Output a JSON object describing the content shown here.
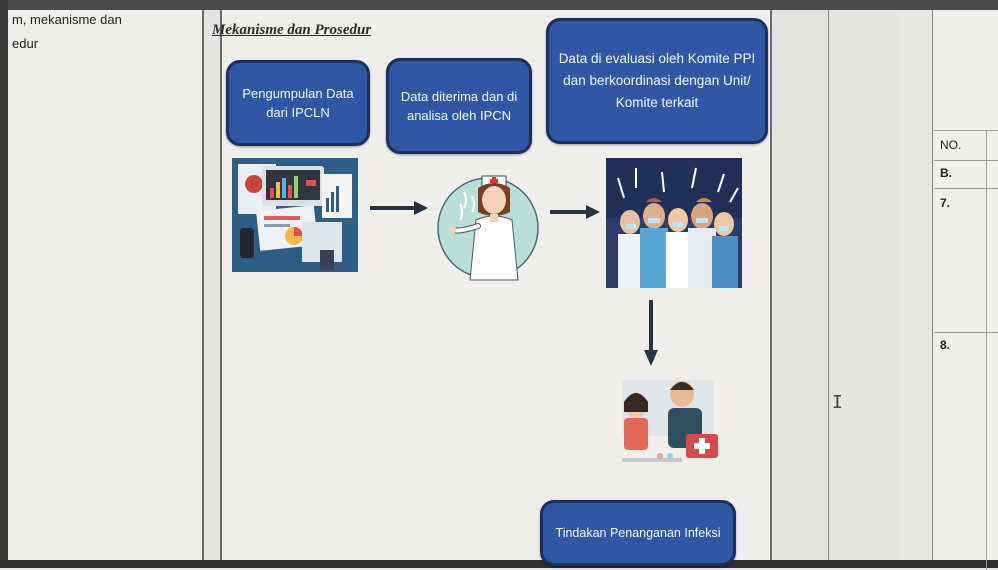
{
  "left_panel": {
    "line1": "m, mekanisme dan",
    "line2": "edur"
  },
  "diagram": {
    "title": "Mekanisme dan Prosedur",
    "step1": "Pengumpulan Data dari IPCLN",
    "step2": "Data diterima dan di analisa oleh IPCN",
    "step3": "Data di evaluasi oleh Komite PPI dan berkoordinasi dengan Unit/ Komite terkait",
    "step4": "Tindakan Penanganan Infeksi"
  },
  "right_table": {
    "header": "NO.",
    "rows": [
      "B.",
      "7.",
      "8."
    ]
  },
  "colors": {
    "box_fill": "#2f57a5",
    "box_border": "#1f2f5c",
    "arrow": "#2a3440"
  },
  "icons": {
    "cursor": "i-beam-cursor-icon",
    "arrow": "arrow-icon"
  }
}
